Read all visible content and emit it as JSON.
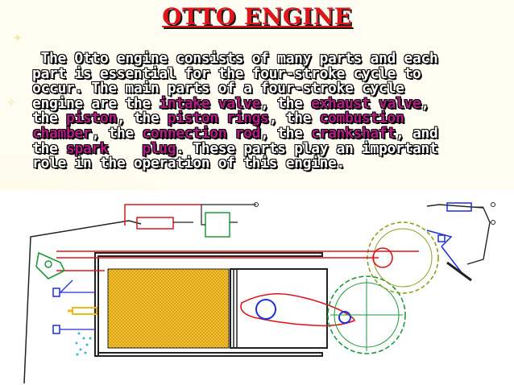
{
  "slide": {
    "title": "OTTO ENGINE",
    "body": {
      "line1": " The Otto engine consists of many parts and each",
      "line2": "part is essential for the four-stroke cycle to",
      "line3": "occur. The main parts of a four-stroke cycle",
      "line4_a": "engine are the ",
      "term_intake_valve": "intake valve",
      "line4_b": ", the ",
      "term_exhaust_valve": "exhaust valve",
      "line4_c": ",",
      "line5_a": "the ",
      "term_piston": "piston",
      "line5_b": ", the ",
      "term_piston_rings": "piston rings",
      "line5_c": ", the ",
      "term_combustion": "combustion",
      "term_chamber": "chamber",
      "line6_a": ", the ",
      "term_connection_rod": "connection rod",
      "line6_b": ", the ",
      "term_crankshaft": "crankshaft",
      "line6_c": ", and",
      "line7_a": "the ",
      "term_spark_plug": "spark    plug",
      "line7_b": ". These parts play an important",
      "line8": "role in the operation of this engine."
    }
  },
  "colors": {
    "title": "#e3151b",
    "body_text": "#ffffff",
    "highlight": "#b51d86",
    "diagram_red": "#e0151b",
    "diagram_blue": "#1d2fe0",
    "diagram_green": "#1f9a3a",
    "diagram_olive": "#8aa11c",
    "diagram_orange": "#f0b818",
    "diagram_dark": "#222222"
  }
}
